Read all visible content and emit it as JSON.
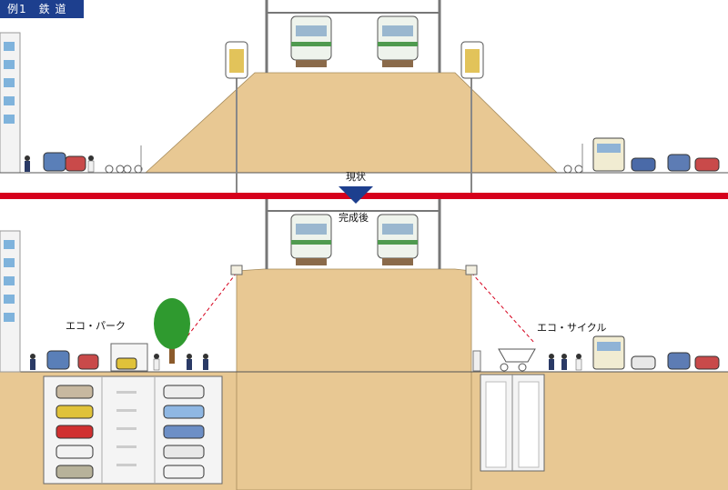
{
  "header": {
    "example_label": "例1　鉄 道"
  },
  "labels": {
    "before": "現状",
    "after": "完成後",
    "eco_park": "エコ・パーク",
    "eco_cycle": "エコ・サイクル"
  },
  "colors": {
    "soil": "#e8c893",
    "divider": "#d6001c",
    "arrow": "#1d3f8e",
    "tag_bg": "#1d3f8e",
    "train": "#eef3ec",
    "train_stripe": "#4f9a4f",
    "tree": "#2f9a2f"
  }
}
